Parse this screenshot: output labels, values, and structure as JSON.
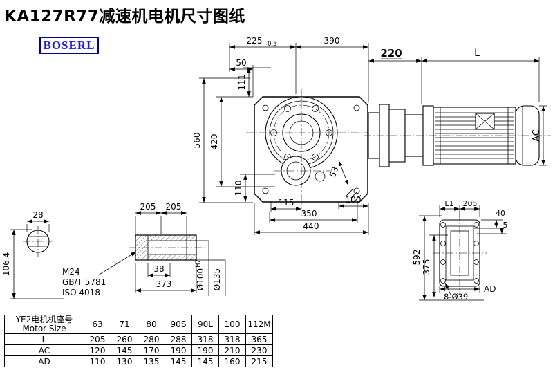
{
  "page": {
    "title": "KA127R77减速机电机尺寸图纸",
    "brand": "BOSERL"
  },
  "dims": {
    "top_width_a": "225",
    "top_width_a_tol": "-0.5",
    "top_width_b": "390",
    "motor_flange_len": "220",
    "motor_len": "L",
    "offset_50": "50",
    "height_total": "560",
    "height_flange": "420",
    "height_top": "111",
    "height_bottom": "110",
    "inner_53": "53",
    "bottom_115": "115",
    "bottom_100": "100",
    "bottom_350": "350",
    "bottom_440": "440",
    "motor_dia": "AC",
    "shaft_dia": "28",
    "shaft_height": "106.4",
    "shaft_len_a": "205",
    "shaft_len_b": "205",
    "thread": "M24",
    "thread_std1": "GB/T 5781",
    "thread_std2": "ISO 4018",
    "bore_38": "38",
    "shaft_total": "373",
    "bore_dia": "Ø100",
    "bore_dia_tol": "H7",
    "hub_dia": "Ø135",
    "flange_l1": "L1",
    "flange_205": "205",
    "flange_40": "40",
    "flange_5": "5",
    "flange_592": "592",
    "flange_375": "375",
    "flange_holes": "8-Ø39",
    "flange_ad": "AD"
  },
  "table": {
    "header_cn": "YE2电机机座号",
    "header_en": "Motor Size",
    "sizes": [
      "63",
      "71",
      "80",
      "90S",
      "90L",
      "100",
      "112M"
    ],
    "rows": [
      {
        "label": "L",
        "values": [
          "205",
          "260",
          "280",
          "288",
          "318",
          "318",
          "365"
        ]
      },
      {
        "label": "AC",
        "values": [
          "120",
          "145",
          "170",
          "190",
          "190",
          "210",
          "230"
        ]
      },
      {
        "label": "AD",
        "values": [
          "110",
          "130",
          "135",
          "145",
          "145",
          "160",
          "215"
        ]
      }
    ]
  }
}
